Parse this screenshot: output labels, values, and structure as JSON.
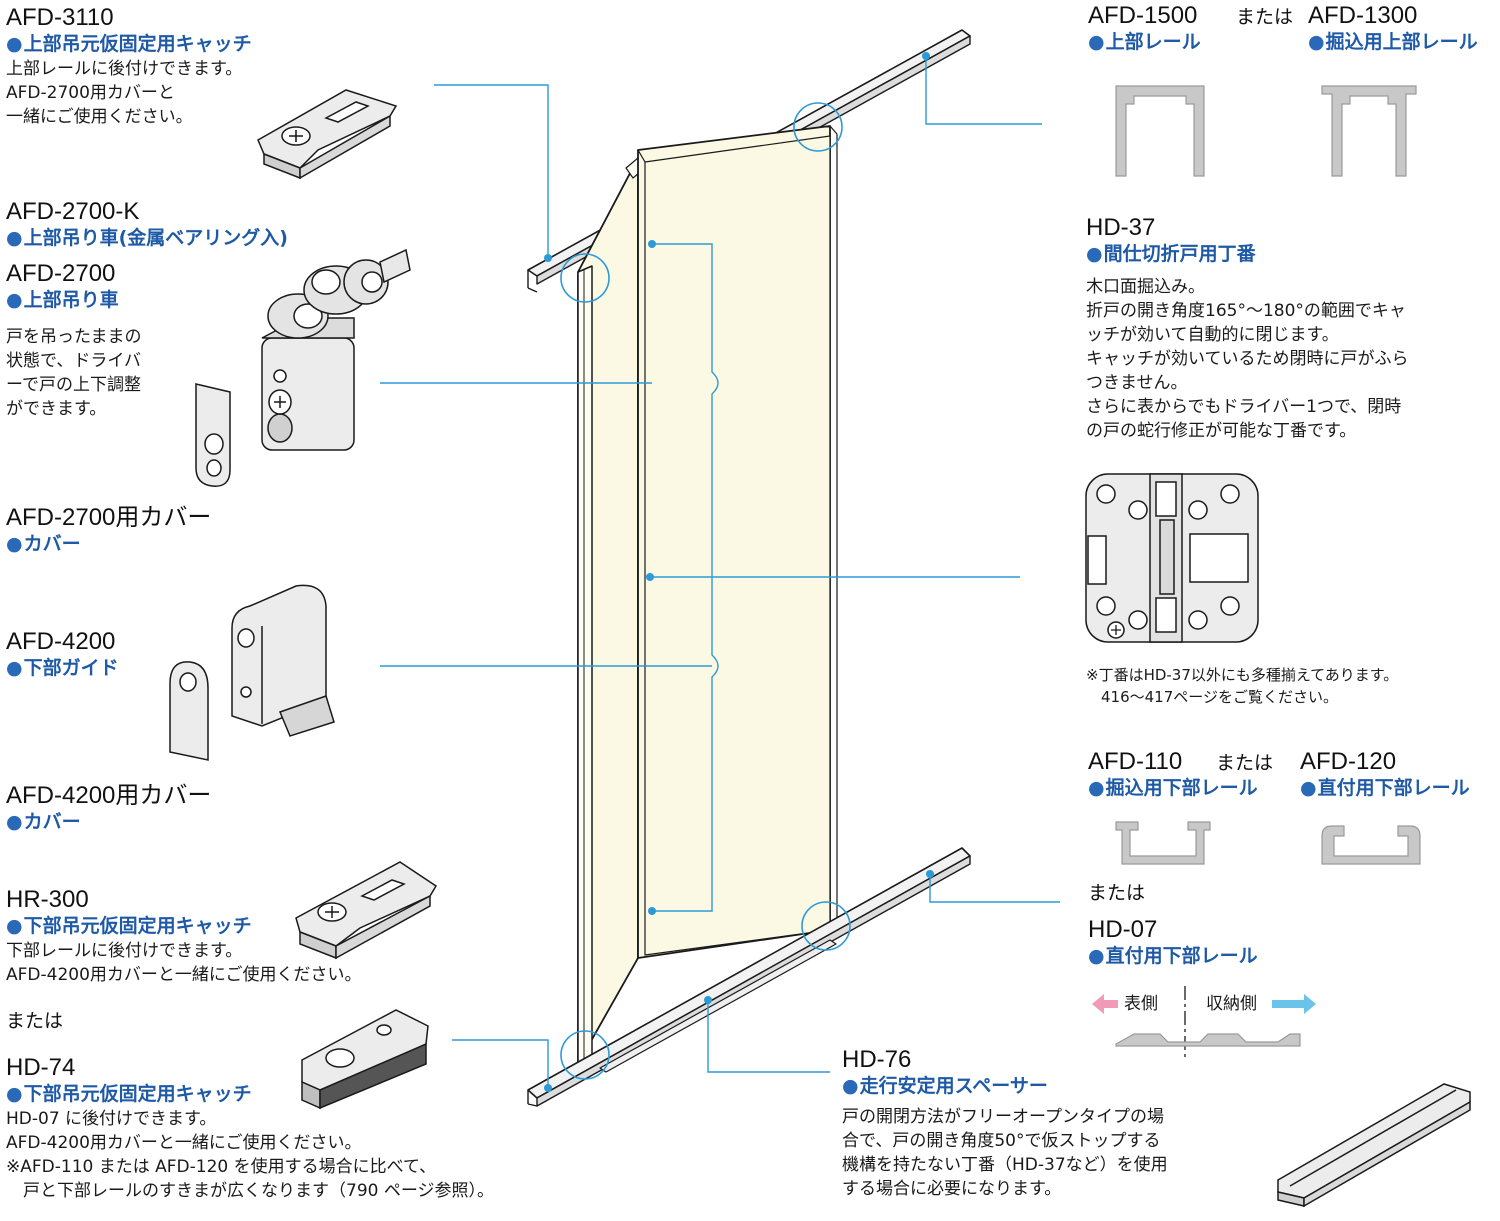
{
  "parts": {
    "afd3110": {
      "code": "AFD-3110",
      "name": "上部吊元仮固定用キャッチ",
      "desc": "上部レールに後付けできます。\nAFD-2700用カバーと\n一緒にご使用ください。"
    },
    "afd2700k": {
      "code": "AFD-2700-K",
      "name": "上部吊り車(金属ベアリング入)"
    },
    "afd2700": {
      "code": "AFD-2700",
      "name": "上部吊り車",
      "desc": "戸を吊ったままの\n状態で、ドライバ\nーで戸の上下調整\nができます。"
    },
    "afd2700cover": {
      "code": "AFD-2700用カバー",
      "name": "カバー"
    },
    "afd4200": {
      "code": "AFD-4200",
      "name": "下部ガイド"
    },
    "afd4200cover": {
      "code": "AFD-4200用カバー",
      "name": "カバー"
    },
    "hr300": {
      "code": "HR-300",
      "name": "下部吊元仮固定用キャッチ",
      "desc": "下部レールに後付けできます。\nAFD-4200用カバーと一緒にご使用ください。"
    },
    "or_left": "または",
    "hd74": {
      "code": "HD-74",
      "name": "下部吊元仮固定用キャッチ",
      "desc": "HD-07 に後付けできます。\nAFD-4200用カバーと一緒にご使用ください。\n※AFD-110 または AFD-120 を使用する場合に比べて、\n　戸と下部レールのすきまが広くなります（790 ページ参照）。"
    },
    "afd1500": {
      "code": "AFD-1500",
      "name": "上部レール"
    },
    "or_top": "または",
    "afd1300": {
      "code": "AFD-1300",
      "name": "掘込用上部レール"
    },
    "hd37": {
      "code": "HD-37",
      "name": "間仕切折戸用丁番",
      "desc": "木口面掘込み。\n折戸の開き角度165°～180°の範囲でキャ\nッチが効いて自動的に閉じます。\nキャッチが効いているため閉時に戸がふら\nつきません。\nさらに表からでもドライバー1つで、閉時\nの戸の蛇行修正が可能な丁番です。"
    },
    "hinge_note": "※丁番はHD-37以外にも多種揃えてあります。\n　416～417ページをご覧ください。",
    "afd110": {
      "code": "AFD-110",
      "name": "掘込用下部レール"
    },
    "or_mid": "または",
    "afd120": {
      "code": "AFD-120",
      "name": "直付用下部レール"
    },
    "or_right": "または",
    "hd07": {
      "code": "HD-07",
      "name": "直付用下部レール"
    },
    "front_side": "表側",
    "storage_side": "収納側",
    "hd76": {
      "code": "HD-76",
      "name": "走行安定用スペーサー",
      "desc": "戸の開閉方法がフリーオープンタイプの場\n合で、戸の開き角度50°で仮ストップする\n機構を持たない丁番（HD-37など）を使用\nする場合に必要になります。"
    }
  },
  "colors": {
    "leader": "#2d9ad8",
    "panel": "#fbf8e4",
    "part": "#e9e9e9",
    "rail_section": "#c8c8c8",
    "label": "#1f5aa6",
    "arrow_pink": "#f19ab8",
    "arrow_blue": "#6cc3ea"
  }
}
